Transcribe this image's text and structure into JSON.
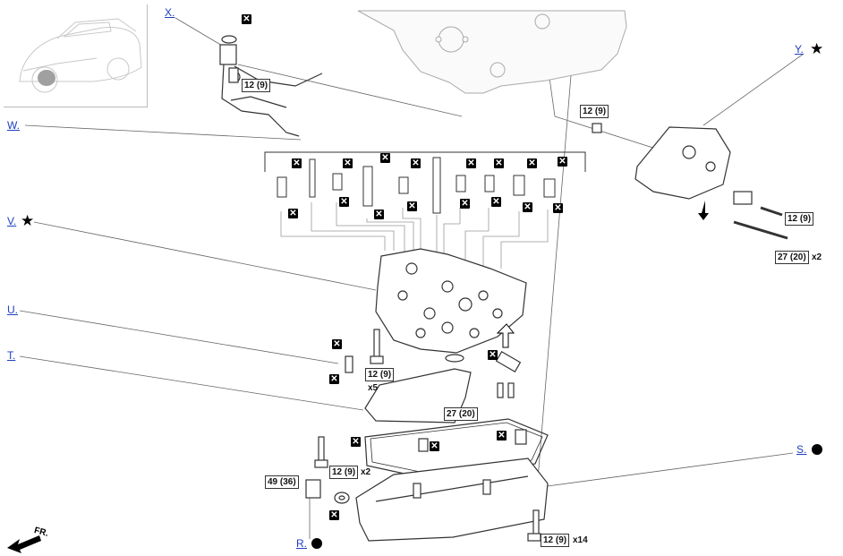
{
  "callouts": {
    "X": "X.",
    "Y": "Y.",
    "W": "W.",
    "V": "V.",
    "U": "U.",
    "T": "T.",
    "S": "S.",
    "R": "R."
  },
  "torques": {
    "t1": "12 (9)",
    "t2": "12 (9)",
    "t3": "12 (9)",
    "t4": "27 (20)",
    "t5": "12 (9)",
    "t6": "27 (20)",
    "t7": "12 (9)",
    "t8": "49 (36)",
    "t9": "12 (9)"
  },
  "quantities": {
    "q4": "x2",
    "q5": "x5",
    "q7": "x2",
    "q9": "x14"
  },
  "arrow_text": "FR.",
  "icons": {
    "star": "star-icon",
    "dot": "filled-circle-icon",
    "nonreusable": "x-box-icon"
  }
}
